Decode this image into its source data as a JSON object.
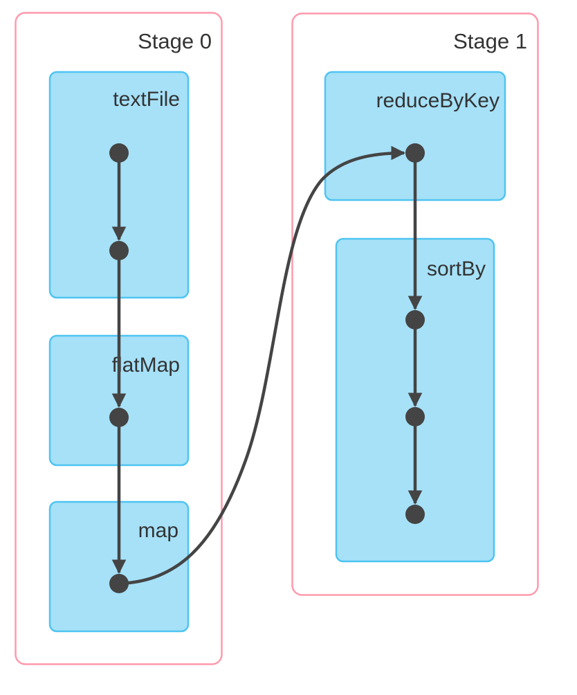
{
  "diagram": {
    "stages": [
      {
        "label": "Stage 0",
        "operations": [
          {
            "label": "textFile",
            "rdd_count": 2
          },
          {
            "label": "flatMap",
            "rdd_count": 1
          },
          {
            "label": "map",
            "rdd_count": 1
          }
        ]
      },
      {
        "label": "Stage 1",
        "operations": [
          {
            "label": "reduceByKey",
            "rdd_count": 1
          },
          {
            "label": "sortBy",
            "rdd_count": 3
          }
        ]
      }
    ],
    "edges": [
      {
        "from": "Stage 0 / textFile / rdd-0",
        "to": "Stage 0 / textFile / rdd-1",
        "style": "straight"
      },
      {
        "from": "Stage 0 / textFile / rdd-1",
        "to": "Stage 0 / flatMap / rdd-0",
        "style": "straight"
      },
      {
        "from": "Stage 0 / flatMap / rdd-0",
        "to": "Stage 0 / map / rdd-0",
        "style": "straight"
      },
      {
        "from": "Stage 0 / map / rdd-0",
        "to": "Stage 1 / reduceByKey / rdd-0",
        "style": "curved"
      },
      {
        "from": "Stage 1 / reduceByKey / rdd-0",
        "to": "Stage 1 / sortBy / rdd-0",
        "style": "straight"
      },
      {
        "from": "Stage 1 / sortBy / rdd-0",
        "to": "Stage 1 / sortBy / rdd-1",
        "style": "straight"
      },
      {
        "from": "Stage 1 / sortBy / rdd-1",
        "to": "Stage 1 / sortBy / rdd-2",
        "style": "straight"
      }
    ],
    "colors": {
      "stage_border": "#FF99AC",
      "operation_fill": "#A6E1F8",
      "operation_border": "#4FC4F1",
      "edge_and_dot": "#444444",
      "label_text": "#333333",
      "background": "#FFFFFF"
    }
  }
}
